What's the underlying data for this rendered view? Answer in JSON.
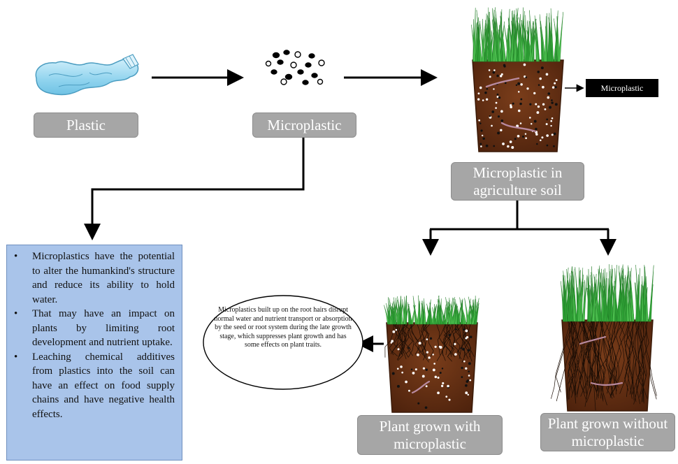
{
  "diagram": {
    "plastic_label": "Plastic",
    "microplastic_label": "Microplastic",
    "soil_callout": "Microplastic",
    "soil_label": "Microplastic in agriculture soil",
    "with_label": "Plant grown with microplastic",
    "without_label": "Plant grown without microplastic",
    "effects_note": "Microplastics built up on the root hairs disrupt normal water and nutrient transport or absorption by the seed or root system during the late growth stage, which suppresses plant growth and has some effects on plant traits.",
    "bullets": [
      "Microplastics have the potential to alter the humankind's structure and reduce its ability to hold water.",
      "That may have an impact on plants by limiting root development and nutrient uptake.",
      "Leaching chemical additives from plastics into the soil can have an effect on food supply chains and have negative health effects."
    ]
  },
  "colors": {
    "label_gray": "#a6a6a6",
    "info_blue": "#a9c4ea",
    "soil_brown": "#6e3416",
    "grass_green": "#2fa336"
  }
}
